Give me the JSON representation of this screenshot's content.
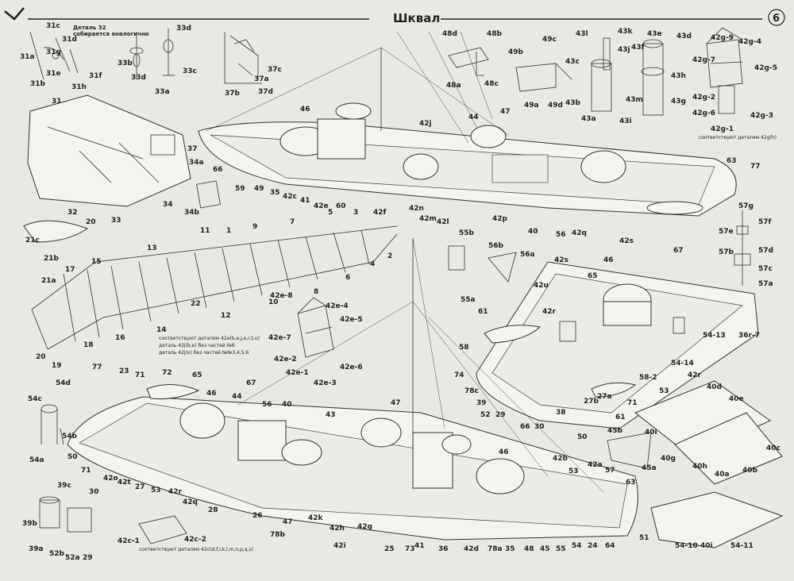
{
  "header": {
    "title": "Шквал",
    "page_number": "6"
  },
  "note_top": {
    "line1": "Деталь 32",
    "line2": "собирается аналогично"
  },
  "note_mid": {
    "l1": "соответствуют деталям 42e(b,e,j,o,r,t,u)",
    "l2": "деталь 42j(b,e) без частей №6",
    "l3": "деталь 42j(o) без частей №№3,4,5,6"
  },
  "note_42c": "соответствуют деталям 42c(d,f,i,k,l,m,n,p,q,s)",
  "note_42g": "соответствуют деталям 42g(h)",
  "labels": {
    "l31a": "31a",
    "l31b": "31b",
    "l31c": "31c",
    "l31d": "31d",
    "l31e": "31e",
    "l31f": "31f",
    "l31g": "31g",
    "l31h": "31h",
    "l33a": "33a",
    "l33b": "33b",
    "l33c": "33c",
    "l33d": "33d",
    "l33d2": "33d",
    "l37": "37",
    "l37a": "37a",
    "l37b": "37b",
    "l37c": "37c",
    "l37d": "37d",
    "l48a": "48a",
    "l48b": "48b",
    "l48c": "48c",
    "l48d": "48d",
    "l49a": "49a",
    "l49b": "49b",
    "l49c": "49c",
    "l49d": "49d",
    "l43a": "43a",
    "l43b": "43b",
    "l43c": "43c",
    "l43d": "43d",
    "l43e": "43e",
    "l43f": "43f",
    "l43g": "43g",
    "l43h": "43h",
    "l43i": "43i",
    "l43j": "43j",
    "l43k": "43k",
    "l43m": "43m",
    "l43l": "43l",
    "l42g9": "42g-9",
    "l42g4": "42g-4",
    "l42g7": "42g-7",
    "l42g5": "42g-5",
    "l42g2": "42g-2",
    "l42g6": "42g-6",
    "l42g3": "42g-3",
    "l42g1": "42g-1",
    "l31": "31",
    "l32": "32",
    "l33": "33",
    "l34": "34",
    "l34a": "34a",
    "l34b": "34b",
    "l20": "20",
    "l21c": "21c",
    "l21b": "21b",
    "l21a": "21a",
    "l46": "46",
    "l47": "47",
    "l44": "44",
    "l42j": "42j",
    "l66": "66",
    "l59": "59",
    "l49": "49",
    "l35": "35",
    "l42c": "42c",
    "l41": "41",
    "l42e": "42e",
    "l60": "60",
    "l42f": "42f",
    "l42n": "42n",
    "l42m": "42m",
    "l42l": "42l",
    "l42p": "42p",
    "l40": "40",
    "l56": "56",
    "l42q": "42q",
    "l42s": "42s",
    "l63": "63",
    "l77": "77",
    "l57g": "57g",
    "l57f": "57f",
    "l57e": "57e",
    "l57d": "57d",
    "l57b": "57b",
    "l57c": "57c",
    "l57a": "57a",
    "l55b": "55b",
    "l55a": "55a",
    "l56b": "56b",
    "l56a": "56a",
    "l11": "11",
    "l1": "1",
    "l9": "9",
    "l7": "7",
    "l5": "5",
    "l3": "3",
    "l4": "4",
    "l2": "2",
    "l13": "13",
    "l6": "6",
    "l8": "8",
    "l10": "10",
    "l12": "12",
    "l22": "22",
    "l17": "17",
    "l15": "15",
    "l14": "14",
    "l16": "16",
    "l18": "18",
    "l19": "19",
    "l20b": "20",
    "l42e8": "42e-8",
    "l42e4": "42e-4",
    "l42e5": "42e-5",
    "l42e7": "42e-7",
    "l42e2": "42e-2",
    "l42e1": "42e-1",
    "l42e6": "42e-6",
    "l42e3": "42e-3",
    "l42s2": "42s",
    "l42u": "42u",
    "l42r": "42r",
    "l46b": "46",
    "l65": "65",
    "l67": "67",
    "l61": "61",
    "l58": "58",
    "l74": "74",
    "l54_13": "54-13",
    "l36r7": "36r-7",
    "l54_14": "54-14",
    "l42r2": "42r",
    "l58_2": "58-2",
    "l53": "53",
    "l71": "71",
    "l27a": "27a",
    "l61b": "61",
    "l78c": "78c",
    "l39": "39",
    "l52": "52",
    "l29": "29",
    "l66b": "66",
    "l30": "30",
    "l38": "38",
    "l50": "50",
    "l27b": "27b",
    "l45b": "45b",
    "l45a": "45a",
    "l40d": "40d",
    "l40e": "40e",
    "l40i": "40i",
    "l40g": "40g",
    "l40h": "40h",
    "l40a": "40a",
    "l40c": "40c",
    "l40b": "40b",
    "l77b": "77",
    "l23": "23",
    "l71b": "71",
    "l72": "72",
    "l65b": "65",
    "l46c": "46",
    "l44b": "44",
    "l67b": "67",
    "l56c": "56",
    "l40f": "40",
    "l43": "43",
    "l47b": "47",
    "l54c": "54c",
    "l54d": "54d",
    "l54b": "54b",
    "l54a": "54a",
    "l50b": "50",
    "l71c": "71",
    "l42o": "42o",
    "l42t": "42t",
    "l27": "27",
    "l53b": "53",
    "l42r3": "42r",
    "l42q2": "42q",
    "l28": "28",
    "l26": "26",
    "l78b": "78b",
    "l47c": "47",
    "l42k": "42k",
    "l42h": "42h",
    "l42i": "42i",
    "l42g": "42g",
    "l25": "25",
    "l73": "73",
    "l41b": "41",
    "l36": "36",
    "l42d": "42d",
    "l78a": "78a",
    "l35b": "35",
    "l48": "48",
    "l45": "45",
    "l55": "55",
    "l54": "54",
    "l24": "24",
    "l64": "64",
    "l51": "51",
    "l46d": "46",
    "l42b": "42b",
    "l53c": "53",
    "l42a": "42a",
    "l57": "57",
    "l63b": "63",
    "l39c": "39c",
    "l30b": "30",
    "l39b": "39b",
    "l39a": "39a",
    "l52b": "52b",
    "l52a": "52a",
    "l29b": "29",
    "l42c1": "42c-1",
    "l42c2": "42c-2",
    "l54_10": "54-10",
    "l40i2": "40i",
    "l54_11": "54-11"
  }
}
